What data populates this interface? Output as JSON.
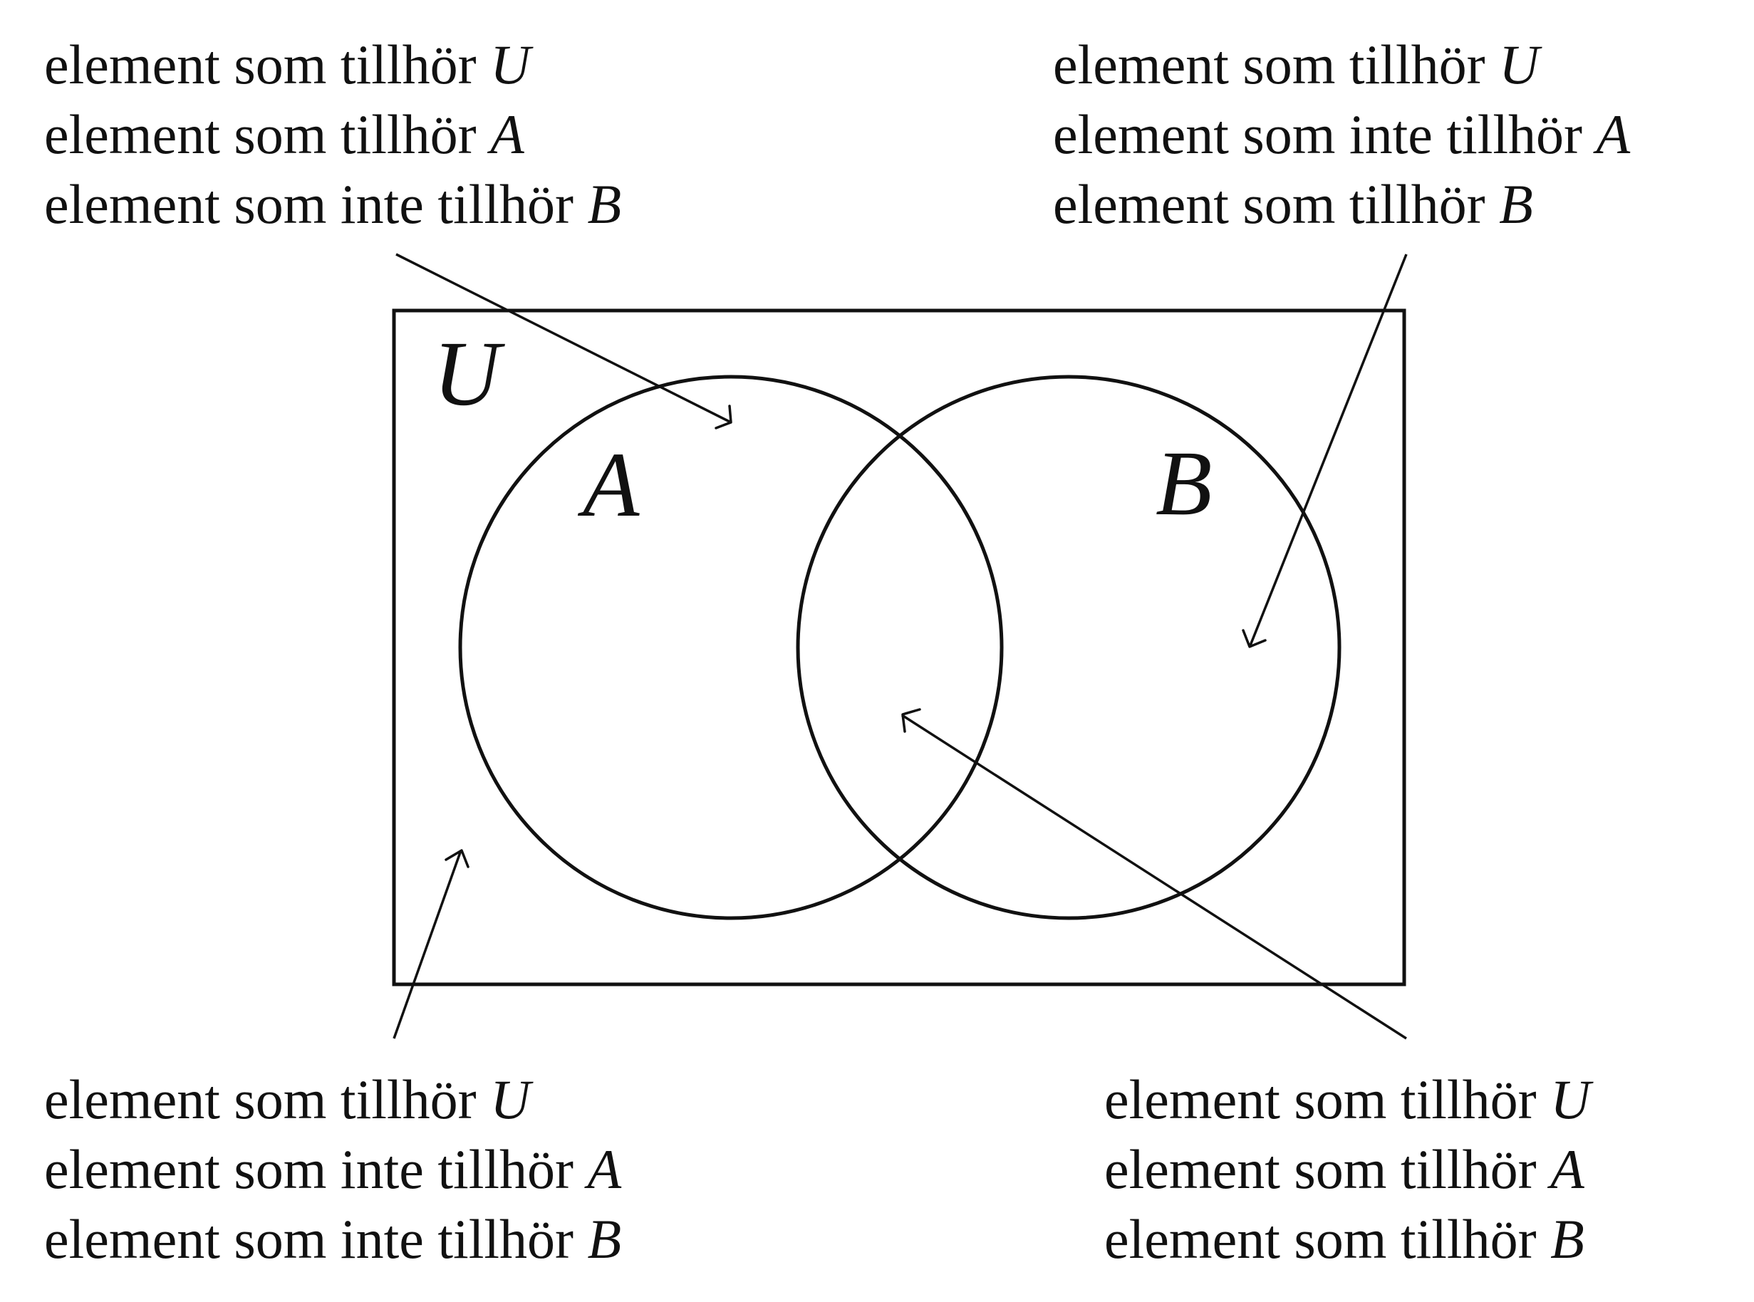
{
  "sets": {
    "universe": "U",
    "a": "A",
    "b": "B"
  },
  "callouts": {
    "top_left": {
      "lines": [
        {
          "text": "element som tillhör ",
          "var": "U"
        },
        {
          "text": "element som tillhör ",
          "var": "A"
        },
        {
          "text": "element som inte tillhör ",
          "var": "B"
        }
      ]
    },
    "top_right": {
      "lines": [
        {
          "text": "element som tillhör ",
          "var": "U"
        },
        {
          "text": "element som inte tillhör ",
          "var": "A"
        },
        {
          "text": "element som tillhör ",
          "var": "B"
        }
      ]
    },
    "bottom_left": {
      "lines": [
        {
          "text": "element som tillhör ",
          "var": "U"
        },
        {
          "text": "element som inte tillhör ",
          "var": "A"
        },
        {
          "text": "element som inte tillhör ",
          "var": "B"
        }
      ]
    },
    "bottom_right": {
      "lines": [
        {
          "text": "element som tillhör ",
          "var": "U"
        },
        {
          "text": "element som tillhör ",
          "var": "A"
        },
        {
          "text": "element som tillhör ",
          "var": "B"
        }
      ]
    }
  }
}
